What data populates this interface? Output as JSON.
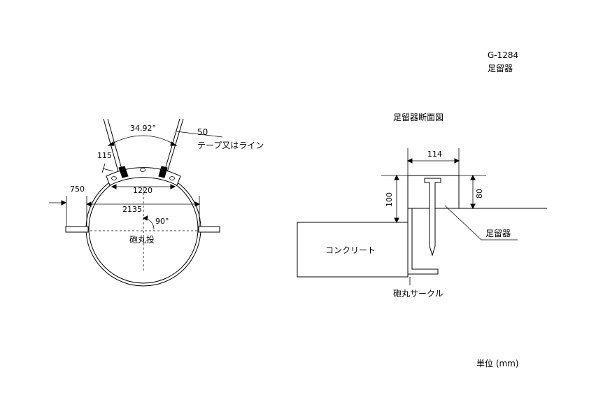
{
  "header": {
    "drawing_number": "G-1284",
    "drawing_title": "足留器"
  },
  "left_view": {
    "angle_label": "34.92°",
    "dim_50": "50",
    "tape_label": "テープ又はライン",
    "dim_115": "115",
    "dim_750": "750",
    "dim_1220": "1220",
    "dim_2135": "2135",
    "angle_90": "90°",
    "circle_label": "砲丸投"
  },
  "right_view": {
    "section_title": "足留器断面図",
    "dim_114": "114",
    "dim_100": "100",
    "dim_80": "80",
    "stopboard_label": "足留器",
    "concrete_label": "コンクリート",
    "circle_label": "砲丸サークル"
  },
  "footer": {
    "unit_label": "単位 (mm)"
  }
}
